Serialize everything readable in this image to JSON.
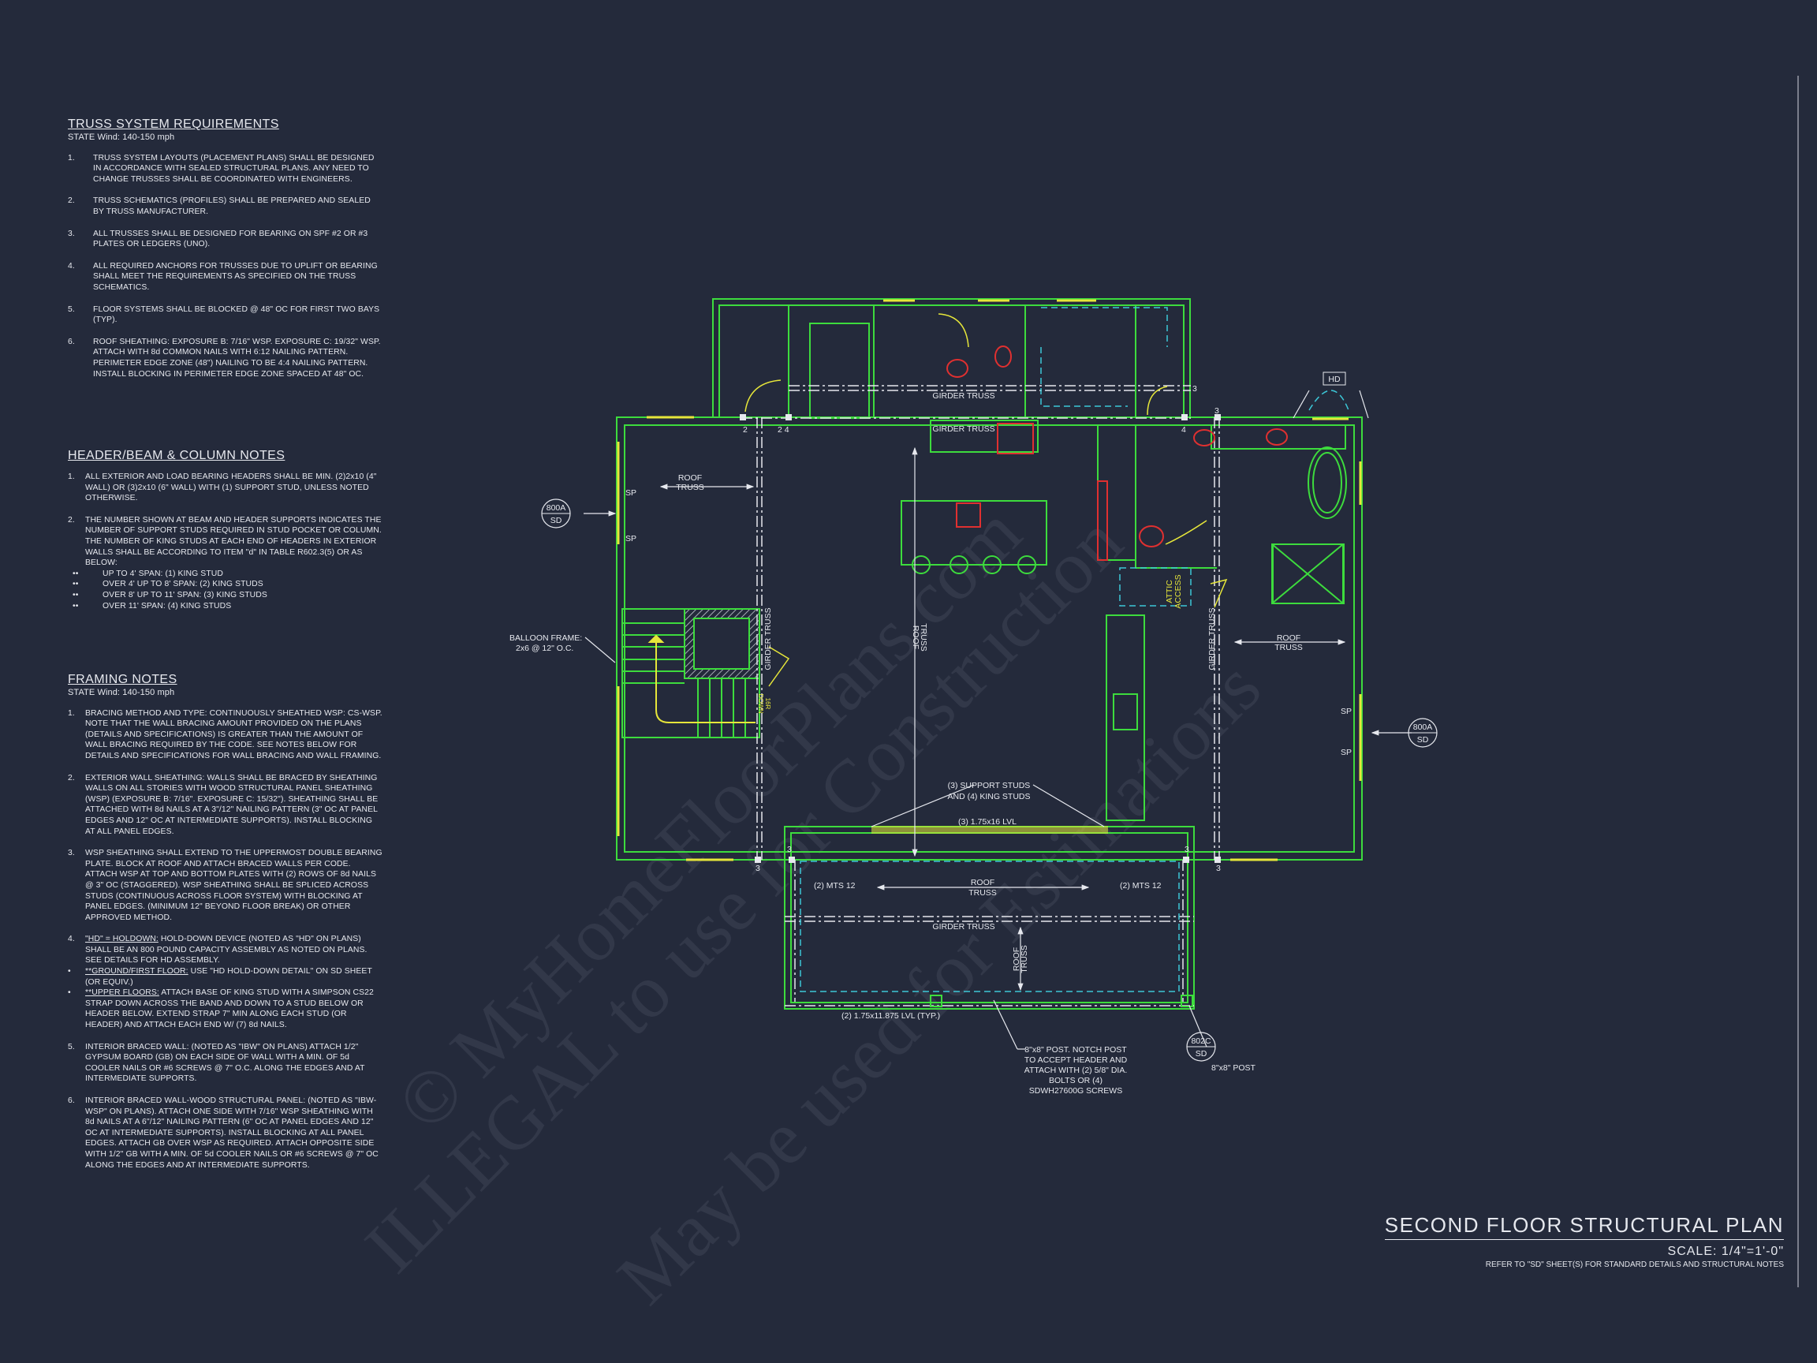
{
  "colors": {
    "background": "#242a3b",
    "wall": "#3ddc3d",
    "window": "#e6e63a",
    "truss": "#e6e8ee",
    "dashed": "#3cc8d8",
    "fixture": "#e03030"
  },
  "watermark": [
    "© MyHomeFloorPlans.com",
    "ILLEGAL to use for Construction",
    "May be used for Estimations"
  ],
  "truss_notes": {
    "title": "TRUSS SYSTEM REQUIREMENTS",
    "subtitle": "STATE Wind: 140-150 mph",
    "items": [
      {
        "num": "1.",
        "text": "TRUSS SYSTEM LAYOUTS (PLACEMENT PLANS) SHALL BE DESIGNED IN ACCORDANCE WITH SEALED STRUCTURAL PLANS. ANY NEED TO CHANGE TRUSSES SHALL BE COORDINATED WITH ENGINEERS."
      },
      {
        "num": "2.",
        "text": "TRUSS SCHEMATICS (PROFILES) SHALL BE PREPARED AND SEALED BY TRUSS MANUFACTURER."
      },
      {
        "num": "3.",
        "text": "ALL TRUSSES SHALL BE DESIGNED FOR BEARING ON SPF #2 OR #3 PLATES OR LEDGERS (UNO)."
      },
      {
        "num": "4.",
        "text": "ALL REQUIRED ANCHORS FOR TRUSSES DUE TO UPLIFT OR BEARING SHALL MEET THE REQUIREMENTS AS SPECIFIED ON THE TRUSS SCHEMATICS."
      },
      {
        "num": "5.",
        "text": "FLOOR SYSTEMS SHALL BE BLOCKED @ 48\" OC FOR FIRST TWO BAYS (TYP)."
      },
      {
        "num": "6.",
        "text": "ROOF SHEATHING: EXPOSURE B: 7/16\" WSP. EXPOSURE C: 19/32\" WSP. ATTACH WITH 8d COMMON NAILS WITH 6:12 NAILING PATTERN. PERIMETER EDGE ZONE (48\") NAILING TO BE 4:4 NAILING PATTERN. INSTALL BLOCKING IN PERIMETER EDGE ZONE SPACED AT 48\" OC."
      }
    ]
  },
  "header_notes": {
    "title": "HEADER/BEAM & COLUMN NOTES",
    "items": [
      {
        "num": "1.",
        "text": "ALL EXTERIOR AND LOAD BEARING HEADERS SHALL BE MIN. (2)2x10 (4\" WALL) OR (3)2x10 (6\" WALL) WITH (1) SUPPORT STUD, UNLESS NOTED OTHERWISE."
      },
      {
        "num": "2.",
        "text": "THE NUMBER SHOWN AT BEAM AND HEADER SUPPORTS INDICATES THE NUMBER OF SUPPORT STUDS REQUIRED IN STUD POCKET OR COLUMN. THE NUMBER OF KING STUDS AT EACH END OF HEADERS IN EXTERIOR WALLS SHALL BE ACCORDING TO ITEM \"d\" IN TABLE R602.3(5) OR AS BELOW:"
      }
    ],
    "bullet": "••",
    "bullets": [
      "UP TO 4' SPAN: (1) KING STUD",
      "OVER 4' UP TO 8' SPAN: (2) KING STUDS",
      "OVER 8' UP TO 11' SPAN: (3) KING STUDS",
      "OVER 11' SPAN: (4) KING STUDS"
    ]
  },
  "framing_notes": {
    "title": "FRAMING NOTES",
    "subtitle": "STATE Wind: 140-150 mph",
    "items": [
      {
        "num": "1.",
        "text": "BRACING METHOD AND TYPE: CONTINUOUSLY SHEATHED WSP: CS-WSP. NOTE THAT THE WALL BRACING AMOUNT PROVIDED ON THE PLANS (DETAILS AND SPECIFICATIONS) IS GREATER THAN THE AMOUNT OF WALL BRACING REQUIRED BY THE CODE. SEE NOTES BELOW FOR DETAILS AND SPECIFICATIONS FOR WALL BRACING AND WALL FRAMING."
      },
      {
        "num": "2.",
        "text": "EXTERIOR WALL SHEATHING: WALLS SHALL BE BRACED BY SHEATHING WALLS ON ALL STORIES WITH WOOD STRUCTURAL PANEL SHEATHING (WSP) (EXPOSURE B: 7/16\". EXPOSURE C: 15/32\"). SHEATHING SHALL BE ATTACHED WITH 8d NAILS AT A 3\"/12\" NAILING PATTERN (3\" OC AT PANEL EDGES AND 12\" OC AT INTERMEDIATE SUPPORTS). INSTALL BLOCKING AT ALL PANEL EDGES."
      },
      {
        "num": "3.",
        "text": "WSP SHEATHING SHALL EXTEND TO THE UPPERMOST DOUBLE BEARING PLATE. BLOCK AT ROOF AND ATTACH BRACED WALLS PER CODE. ATTACH WSP AT TOP AND BOTTOM PLATES WITH (2) ROWS OF 8d NAILS @ 3\" OC (STAGGERED). WSP SHEATHING SHALL BE SPLICED ACROSS STUDS (CONTINUOUS ACROSS FLOOR SYSTEM) WITH BLOCKING AT PANEL EDGES. (MINIMUM 12\" BEYOND FLOOR BREAK) OR OTHER APPROVED METHOD."
      },
      {
        "num": "4.",
        "lead": "\"HD\" = HOLDOWN:",
        "text": " HOLD-DOWN DEVICE (NOTED AS \"HD\" ON PLANS) SHALL BE AN 800 POUND CAPACITY ASSEMBLY AS NOTED ON PLANS. SEE DETAILS FOR HD ASSEMBLY."
      }
    ],
    "bullet": "•",
    "bullets": [
      {
        "lead": "**GROUND/FIRST FLOOR:",
        "text": " USE \"HD HOLD-DOWN DETAIL\" ON SD SHEET (OR EQUIV.)"
      },
      {
        "lead": "**UPPER FLOORS:",
        "text": " ATTACH BASE OF KING STUD WITH A SIMPSON CS22 STRAP DOWN ACROSS THE BAND AND DOWN TO A STUD BELOW OR HEADER BELOW. EXTEND STRAP 7\" MIN ALONG EACH STUD (OR HEADER) AND ATTACH EACH END W/ (7) 8d NAILS."
      }
    ],
    "items2": [
      {
        "num": "5.",
        "text": "INTERIOR BRACED WALL: (NOTED AS \"IBW\" ON PLANS) ATTACH 1/2\" GYPSUM BOARD (GB) ON EACH SIDE OF WALL WITH A MIN. OF 5d COOLER NAILS OR #6 SCREWS @ 7\" O.C. ALONG THE EDGES AND AT INTERMEDIATE SUPPORTS."
      },
      {
        "num": "6.",
        "text": "INTERIOR BRACED WALL-WOOD STRUCTURAL PANEL: (NOTED AS \"IBW-WSP\" ON PLANS). ATTACH ONE SIDE WITH 7/16\" WSP SHEATHING WITH 8d NAILS AT A 6\"/12\" NAILING PATTERN (6\" OC AT PANEL EDGES AND 12\" OC AT INTERMEDIATE SUPPORTS). INSTALL BLOCKING AT ALL PANEL EDGES. ATTACH GB OVER WSP AS REQUIRED. ATTACH OPPOSITE SIDE WITH 1/2\" GB WITH A MIN. OF 5d COOLER NAILS OR #6 SCREWS @ 7\" OC ALONG THE EDGES AND AT INTERMEDIATE SUPPORTS."
      }
    ]
  },
  "plan": {
    "roof_truss": [
      "ROOF",
      "TRUSS"
    ],
    "girder_truss": "GIRDER TRUSS",
    "stud_counts": {
      "two": "2",
      "two_four": "2  4",
      "three": "3",
      "four": "4"
    },
    "sp": "SP",
    "hd": "HD",
    "section_800a": [
      "800A",
      "SD"
    ],
    "section_802c": [
      "802C",
      "SD"
    ],
    "balloon_frame": [
      "BALLOON FRAME:",
      "2x6 @ 12\" O.C."
    ],
    "attic_access": [
      "ATTIC",
      "ACCESS"
    ],
    "stair": [
      "DOWN",
      "16R"
    ],
    "support_studs": [
      "(3) SUPPORT STUDS",
      "AND (4) KING STUDS"
    ],
    "lvl_header": "(3) 1.75x16 LVL",
    "mts": "(2) MTS 12",
    "porch_lvl": "(2) 1.75x11.875 LVL (TYP.)",
    "post_note": [
      "8\"x8\" POST. NOTCH POST",
      "TO ACCEPT HEADER AND",
      "ATTACH WITH (2) 5/8\" DIA.",
      "BOLTS OR (4)",
      "SDWH27600G SCREWS"
    ],
    "post_label": "8\"x8\" POST"
  },
  "title_block": {
    "title": "SECOND FLOOR STRUCTURAL PLAN",
    "scale": "SCALE: 1/4\"=1'-0\"",
    "note": "REFER TO \"SD\" SHEET(S) FOR STANDARD DETAILS AND STRUCTURAL NOTES"
  }
}
